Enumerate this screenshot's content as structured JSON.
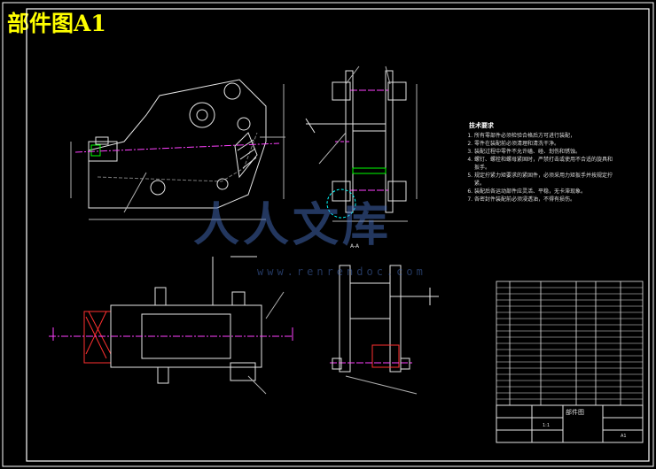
{
  "sheet": {
    "title": "部件图A1",
    "colors": {
      "background": "#000000",
      "outline": "#ffffff",
      "part": "#e6e6e6",
      "hidden": "#7a7a7a",
      "center": "#ff40ff",
      "dim": "#b0b0b0",
      "title": "#ffff00",
      "green": "#00ff00",
      "cyan": "#00ffff"
    }
  },
  "tech_requirements": {
    "heading": "技术要求",
    "items": [
      "所有零部件必须检验合格后方可进行装配，",
      "零件在装配前必须清理和清洗干净。",
      "装配过程中零件不允许磕、碰、划伤和锈蚀。",
      "螺钉、螺栓和螺母紧固时，严禁打击或使用不合适的旋具和扳手。",
      "规定拧紧力矩要求的紧固件，必须采用力矩扳手并按规定拧紧。",
      "装配后各运动部件应灵活、平稳，无卡滞现象。",
      "各密封件装配前必须浸透油，不得有损伤。"
    ]
  },
  "views": {
    "section_label": "A-A"
  },
  "title_block": {
    "drawing_name": "部件图",
    "scale_label": "1:1",
    "sheet_label": "A1"
  },
  "watermark": {
    "text": "人人文库",
    "url": "www.renrendoc.com"
  }
}
